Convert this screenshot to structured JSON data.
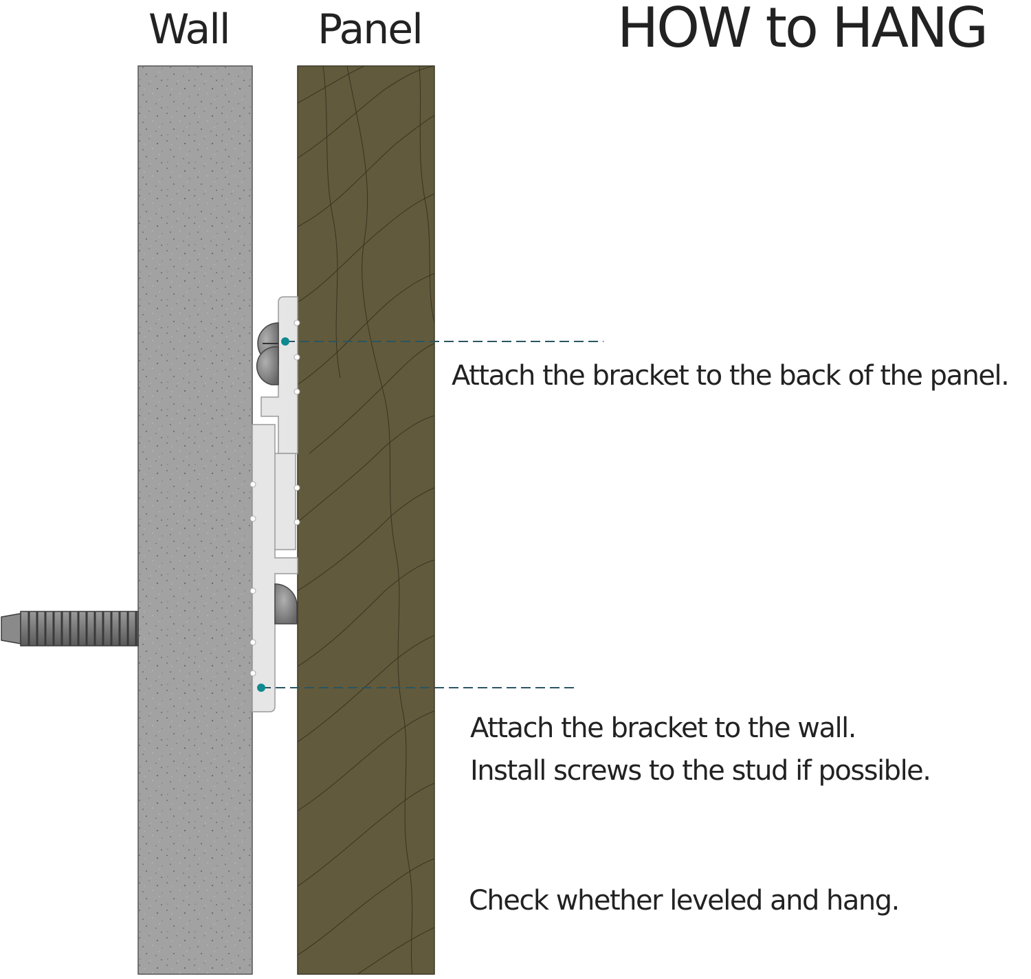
{
  "title": "HOW to HANG",
  "labels": {
    "wall": "Wall",
    "panel": "Panel"
  },
  "steps": {
    "attach_panel": "Attach the bracket to the back of the panel.",
    "attach_wall_line1": "Attach the bracket to the wall.",
    "attach_wall_line2": "Install screws to the stud if possible.",
    "check_level": "Check whether leveled and hang."
  },
  "colors": {
    "wall": "#a2a2a2",
    "panel": "#625a3c",
    "bracket": "#e6e6e6",
    "screw": "#8a8a8a",
    "leader_line": "#2a5560",
    "leader_dot": "#0f8a8f"
  },
  "icons": [
    "screw-head-icon",
    "wall-screw-icon"
  ]
}
